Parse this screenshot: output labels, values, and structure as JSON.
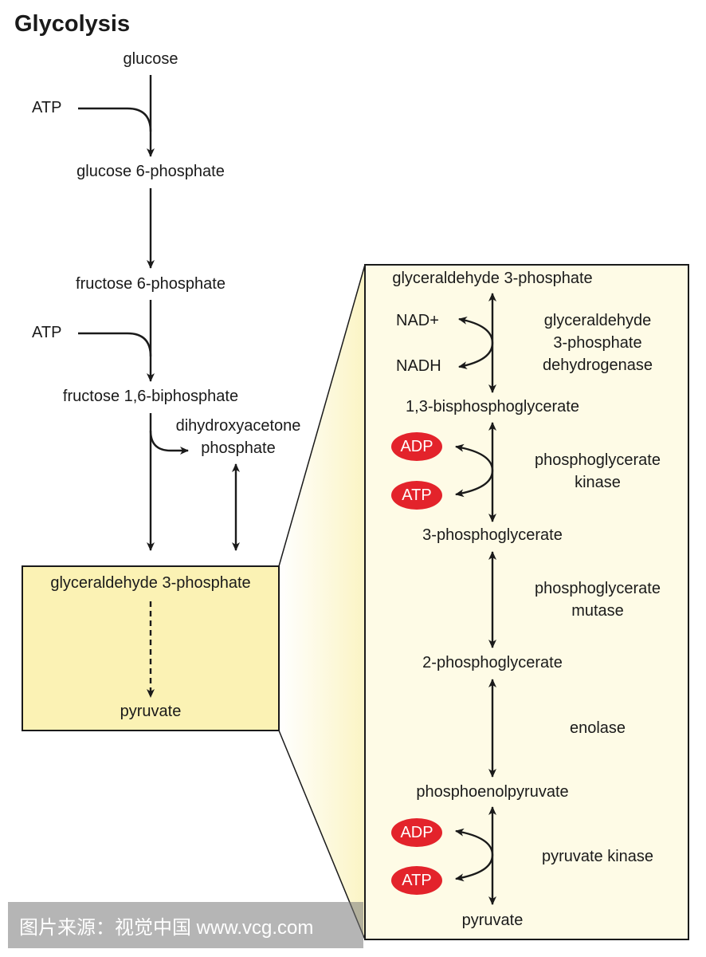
{
  "title": "Glycolysis",
  "pathway": {
    "glucose": "glucose",
    "atp_in_1": "ATP",
    "g6p": "glucose 6-phosphate",
    "f6p": "fructose 6-phosphate",
    "atp_in_2": "ATP",
    "f16bp": "fructose 1,6-biphosphate",
    "dhap": "dihydroxyacetone\nphosphate",
    "box_g3p": "glyceraldehyde 3-phosphate",
    "box_pyruvate": "pyruvate"
  },
  "detail": {
    "g3p": "glyceraldehyde 3-phosphate",
    "nad_plus": "NAD+",
    "nadh": "NADH",
    "enzyme_1": "glyceraldehyde\n3-phosphate\ndehydrogenase",
    "bpg13": "1,3-bisphosphoglycerate",
    "adp_1": "ADP",
    "atp_1": "ATP",
    "enzyme_2": "phosphoglycerate\nkinase",
    "pg3": "3-phosphoglycerate",
    "enzyme_3": "phosphoglycerate\nmutase",
    "pg2": "2-phosphoglycerate",
    "enzyme_4": "enolase",
    "pep": "phosphoenolpyruvate",
    "adp_2": "ADP",
    "atp_2": "ATP",
    "enzyme_5": "pyruvate kinase",
    "pyruvate": "pyruvate"
  },
  "watermark": "图片来源：视觉中国 www.vcg.com",
  "colors": {
    "box_fill": "#fbf2b4",
    "panel_fill": "#fefbe6",
    "pill_red": "#e3232b",
    "line": "#1a1a1a"
  }
}
